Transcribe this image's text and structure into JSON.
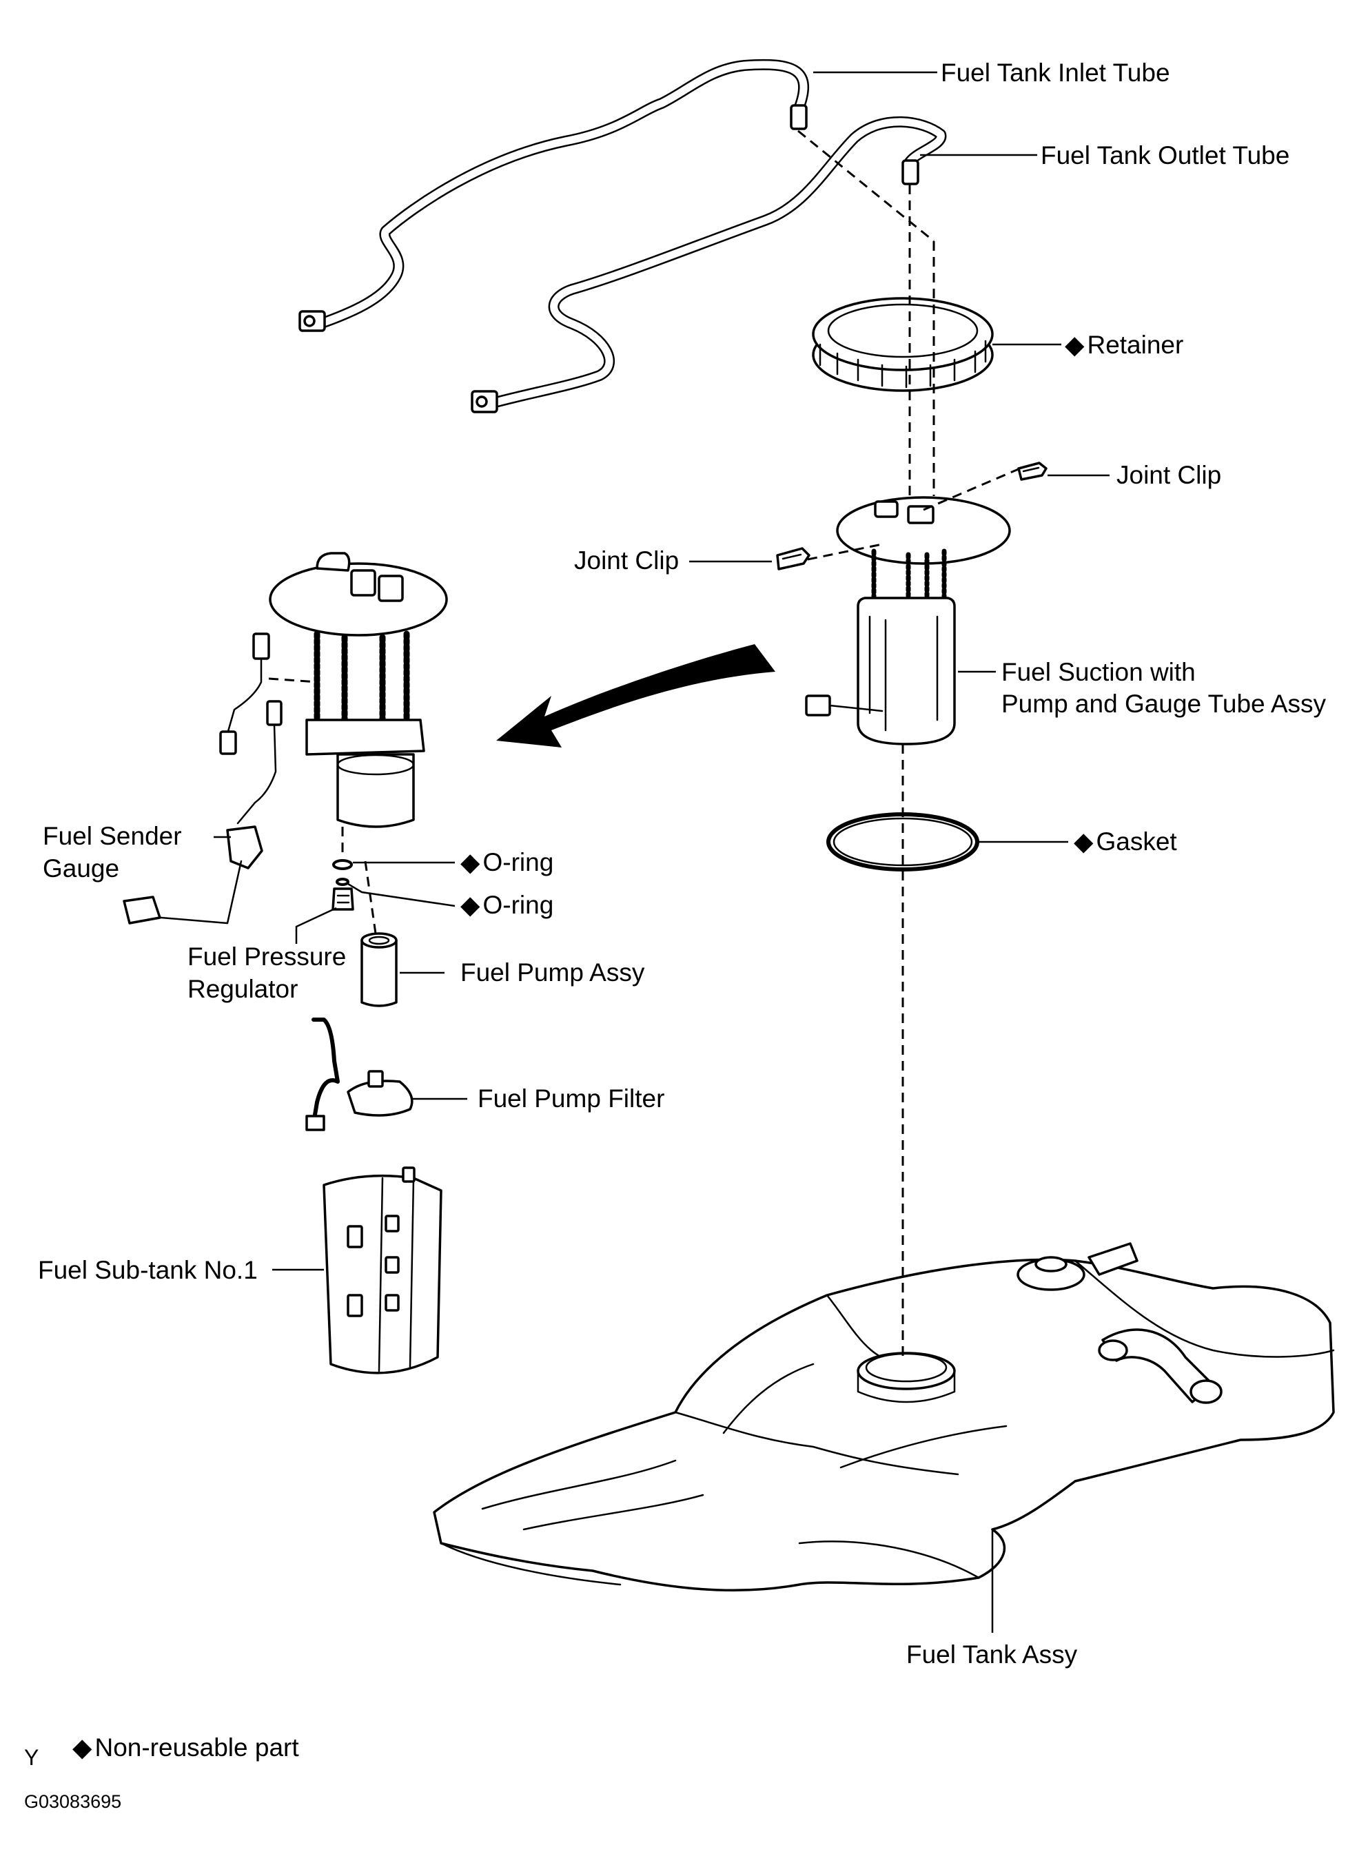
{
  "diagram": {
    "labels": {
      "fuel_tank_inlet_tube": "Fuel Tank Inlet Tube",
      "fuel_tank_outlet_tube": "Fuel Tank Outlet Tube",
      "retainer": "Retainer",
      "joint_clip_right": "Joint Clip",
      "joint_clip_left": "Joint Clip",
      "fuel_suction_line1": "Fuel Suction with",
      "fuel_suction_line2": "Pump and Gauge Tube Assy",
      "gasket": "Gasket",
      "fuel_sender_line1": "Fuel Sender",
      "fuel_sender_line2": "Gauge",
      "o_ring_1": "O-ring",
      "o_ring_2": "O-ring",
      "fuel_pressure_line1": "Fuel Pressure",
      "fuel_pressure_line2": "Regulator",
      "fuel_pump_assy": "Fuel Pump Assy",
      "fuel_pump_filter": "Fuel Pump Filter",
      "fuel_sub_tank": "Fuel Sub-tank No.1",
      "fuel_tank_assy": "Fuel Tank Assy"
    },
    "legend": {
      "symbol": "◆",
      "text": "Non-reusable part"
    },
    "corner_mark": "Y",
    "figure_code": "G03083695"
  }
}
